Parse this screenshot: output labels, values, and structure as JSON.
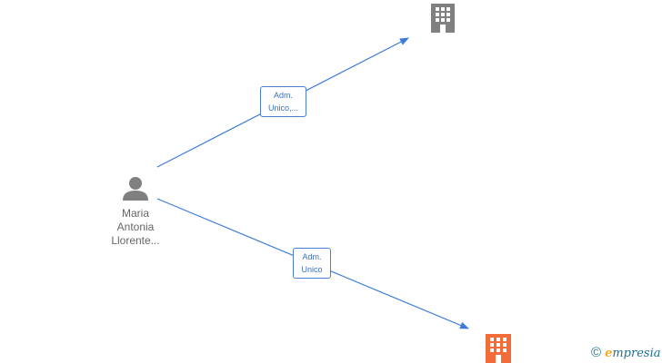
{
  "person": {
    "name_lines": [
      "Maria",
      "Antonia",
      "Llorente..."
    ],
    "icon": "person-icon",
    "color": "#808080"
  },
  "companies": [
    {
      "icon": "building-icon",
      "color": "#808080"
    },
    {
      "icon": "building-icon",
      "color": "#f26b38"
    }
  ],
  "edges": [
    {
      "label_lines": [
        "Adm.",
        "Unico,..."
      ]
    },
    {
      "label_lines": [
        "Adm.",
        "Unico"
      ]
    }
  ],
  "edge_color": "#3d7bd9",
  "watermark": {
    "copyright_symbol": "©",
    "brand_first": "e",
    "brand_rest": "mpresia"
  }
}
